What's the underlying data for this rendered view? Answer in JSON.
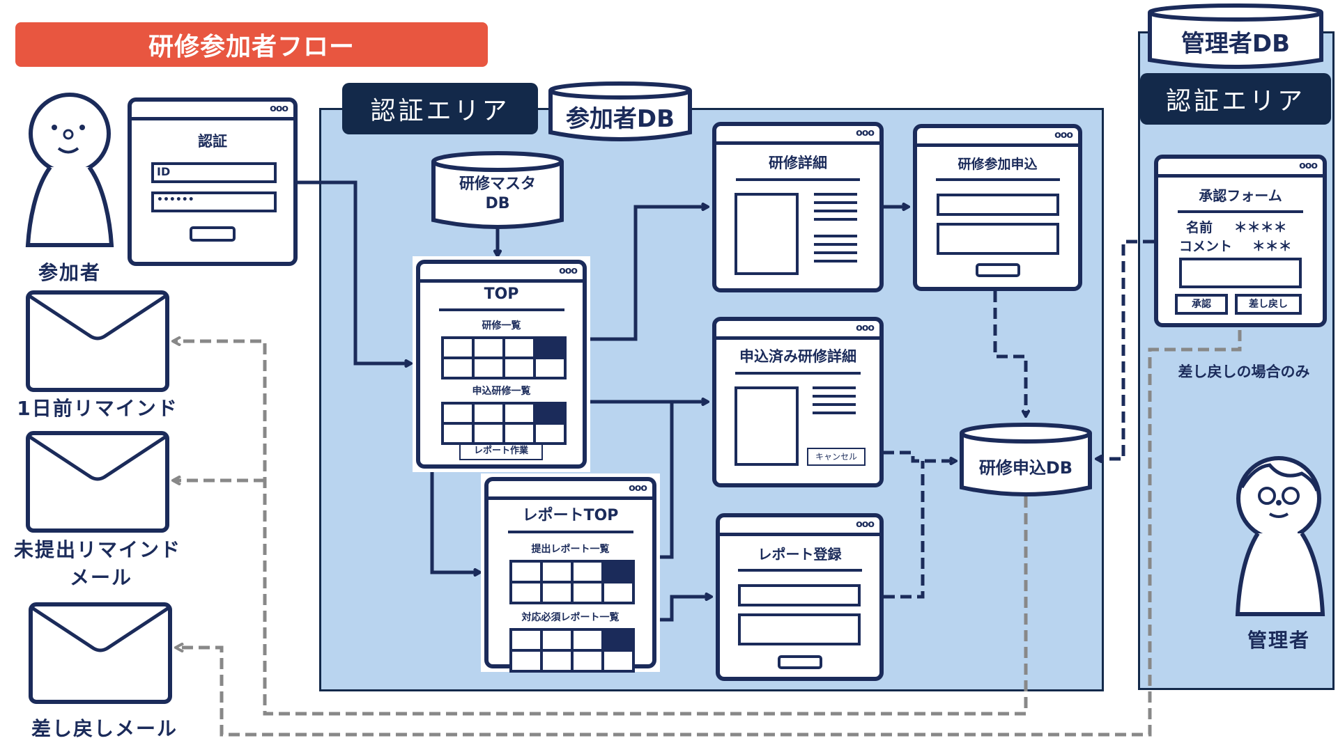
{
  "title": "研修参加者フロー",
  "colors": {
    "title_bg": "#e85640",
    "navy": "#1b2b5a",
    "area_bg": "#b9d4ef",
    "dashed_gray": "#888888"
  },
  "actors": {
    "participant": "参加者",
    "admin": "管理者"
  },
  "emails": [
    {
      "label": "1日前リマインド"
    },
    {
      "label_line1": "未提出リマインド",
      "label_line2": "メール"
    },
    {
      "label": "差し戻しメール"
    }
  ],
  "auth_window": {
    "title": "認証",
    "id_value": "ID",
    "password_value": "••••••",
    "dots": "ooo"
  },
  "participant_area": {
    "label": "認証エリア",
    "db": "参加者DB"
  },
  "admin_area": {
    "label": "認証エリア",
    "db": "管理者DB"
  },
  "master_db": {
    "line1": "研修マスタ",
    "line2": "DB"
  },
  "application_db": "研修申込DB",
  "top_window": {
    "title": "TOP",
    "list1": "研修一覧",
    "list2": "申込研修一覧",
    "button": "レポート作業"
  },
  "detail_window": {
    "title": "研修詳細"
  },
  "apply_window": {
    "title": "研修参加申込"
  },
  "applied_window": {
    "title": "申込済み研修詳細",
    "button": "キャンセル"
  },
  "report_top_window": {
    "title": "レポートTOP",
    "list1": "提出レポート一覧",
    "list2": "対応必須レポート一覧"
  },
  "report_register_window": {
    "title": "レポート登録"
  },
  "approval_window": {
    "title": "承認フォーム",
    "name_label": "名前",
    "name_value": "＊＊＊＊",
    "comment_label": "コメント",
    "comment_value": "＊＊＊",
    "approve_button": "承認",
    "reject_button": "差し戻し"
  },
  "note_reject_only": "差し戻しの場合のみ"
}
